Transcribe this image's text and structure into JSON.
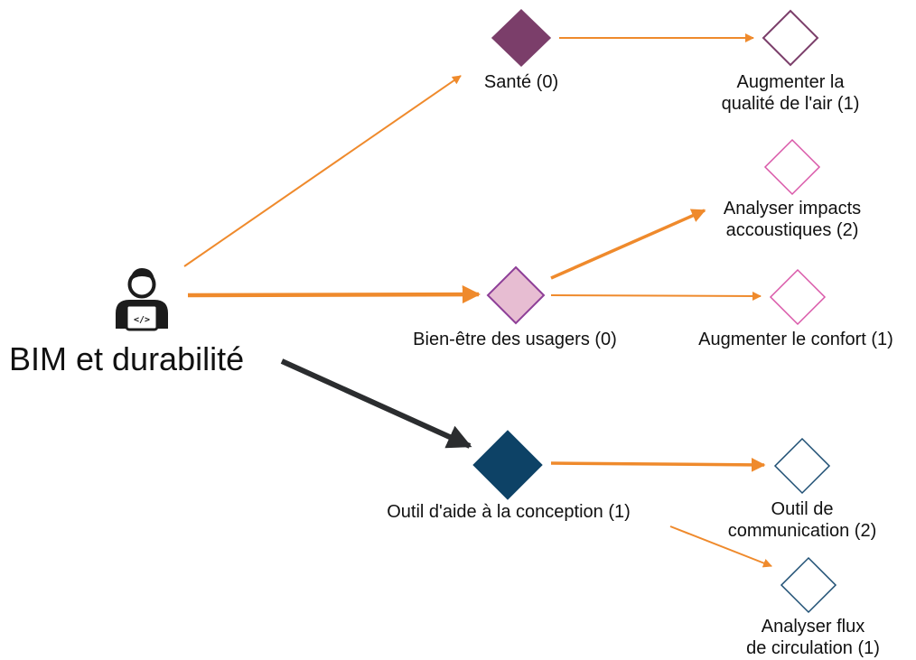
{
  "root": {
    "label": "BIM et durabilité",
    "icon": "developer-laptop-icon"
  },
  "nodes": {
    "sante": {
      "label": "Santé (0)",
      "color": "#7b3e6a",
      "filled": true
    },
    "qualite_air": {
      "line1": "Augmenter la",
      "line2": "qualité de l'air (1)",
      "color": "#7b3e6a",
      "filled": false
    },
    "bien_etre": {
      "label": "Bien-être des usagers (0)",
      "color": "#e7bdd2",
      "stroke": "#8e3f98",
      "filled": true
    },
    "impacts": {
      "line1": "Analyser impacts",
      "line2": "accoustiques (2)",
      "color": "#d957a8",
      "filled": false
    },
    "confort": {
      "label": "Augmenter le confort (1)",
      "color": "#d957a8",
      "filled": false
    },
    "outil_aide": {
      "label": "Outil d'aide à la conception (1)",
      "color": "#0d4266",
      "filled": true
    },
    "outil_comm": {
      "line1": "Outil de",
      "line2": "communication (2)",
      "color": "#1d4e73",
      "filled": false
    },
    "flux": {
      "line1": "Analyser flux",
      "line2": "de circulation (1)",
      "color": "#1d4e73",
      "filled": false
    }
  },
  "colors": {
    "arrow_orange": "#ef8a2c",
    "arrow_dark": "#2b2d2f"
  }
}
